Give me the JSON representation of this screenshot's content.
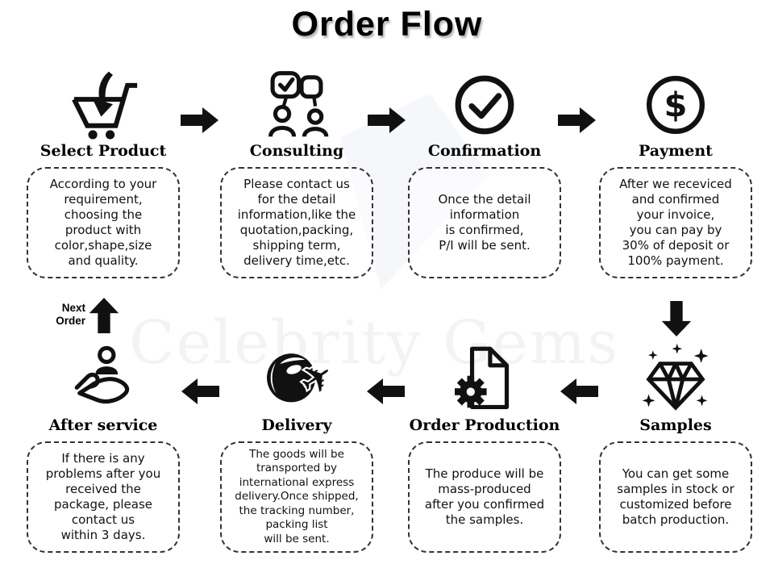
{
  "title": "Order Flow",
  "watermark": "Celebrity Gems",
  "next_order_label": "Next\nOrder",
  "colors": {
    "ink": "#111111",
    "box_border": "#333333",
    "watermark_text": "#f3f3f3",
    "background": "#ffffff"
  },
  "top_row": [
    {
      "title": "Select Product",
      "icon": "cart-icon",
      "desc": "According to your\nrequirement,\nchoosing the\nproduct with\ncolor,shape,size\nand quality."
    },
    {
      "title": "Consulting",
      "icon": "consulting-icon",
      "desc": "Please contact us\nfor the detail\ninformation,like the\nquotation,packing,\nshipping term,\ndelivery time,etc."
    },
    {
      "title": "Confirmation",
      "icon": "check-circle-icon",
      "desc": "Once the detail\ninformation\nis confirmed,\nP/I will be sent."
    },
    {
      "title": "Payment",
      "icon": "dollar-circle-icon",
      "desc": "After we receviced\nand confirmed\nyour invoice,\nyou can pay by\n30% of deposit or\n100% payment."
    }
  ],
  "bottom_row": [
    {
      "title": "After service",
      "icon": "hand-person-icon",
      "desc": "If there is any\nproblems after you\nreceived the\npackage, please\ncontact us\nwithin 3 days."
    },
    {
      "title": "Delivery",
      "icon": "globe-plane-icon",
      "desc": "The goods will be\ntransported by\ninternational express\ndelivery.Once shipped,\nthe tracking number,\npacking list\nwill be sent."
    },
    {
      "title": "Order Production",
      "icon": "document-gear-icon",
      "desc": "The produce will be\nmass-produced\nafter you confirmed\nthe samples."
    },
    {
      "title": "Samples",
      "icon": "diamond-sparkle-icon",
      "desc": "You can get some\nsamples in stock or\ncustomized before\nbatch production."
    }
  ]
}
